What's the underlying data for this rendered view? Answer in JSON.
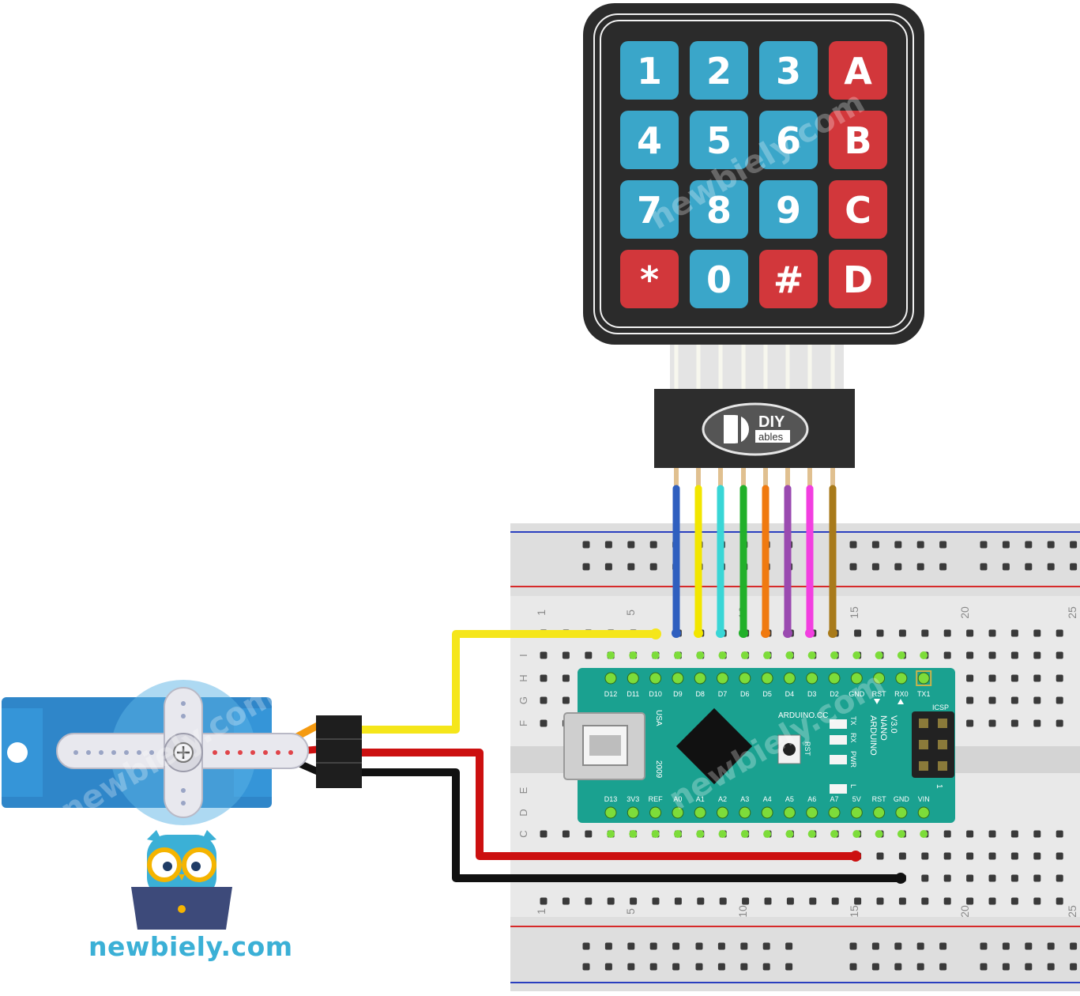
{
  "keypad": {
    "keys": [
      {
        "label": "1",
        "color": "#3aa6c9"
      },
      {
        "label": "2",
        "color": "#3aa6c9"
      },
      {
        "label": "3",
        "color": "#3aa6c9"
      },
      {
        "label": "A",
        "color": "#d2373b"
      },
      {
        "label": "4",
        "color": "#3aa6c9"
      },
      {
        "label": "5",
        "color": "#3aa6c9"
      },
      {
        "label": "6",
        "color": "#3aa6c9"
      },
      {
        "label": "B",
        "color": "#d2373b"
      },
      {
        "label": "7",
        "color": "#3aa6c9"
      },
      {
        "label": "8",
        "color": "#3aa6c9"
      },
      {
        "label": "9",
        "color": "#3aa6c9"
      },
      {
        "label": "C",
        "color": "#d2373b"
      },
      {
        "label": "*",
        "color": "#d2373b"
      },
      {
        "label": "0",
        "color": "#3aa6c9"
      },
      {
        "label": "#",
        "color": "#d2373b"
      },
      {
        "label": "D",
        "color": "#d2373b"
      }
    ],
    "connector_logo_top": "DIY",
    "connector_logo_bottom": "ables",
    "wire_colors": [
      "#2f5fbf",
      "#f2e600",
      "#39d6d6",
      "#22b02a",
      "#f07a10",
      "#9a4ab0",
      "#f23fe0",
      "#a87a1a"
    ]
  },
  "breadboard": {
    "column_numbers": [
      "1",
      "5",
      "10",
      "15",
      "20",
      "25"
    ],
    "row_letters": [
      "J",
      "I",
      "H",
      "G",
      "F",
      "E",
      "D",
      "C"
    ],
    "rail_top_color": "#2a3fbf",
    "rail_bottom_color": "#d62a2a"
  },
  "arduino": {
    "top_pins": [
      "D12",
      "D11",
      "D10",
      "D9",
      "D8",
      "D7",
      "D6",
      "D5",
      "D4",
      "D3",
      "D2",
      "GND",
      "RST",
      "RX0",
      "TX1"
    ],
    "bottom_pins": [
      "D13",
      "3V3",
      "REF",
      "A0",
      "A1",
      "A2",
      "A3",
      "A4",
      "A5",
      "A6",
      "A7",
      "5V",
      "RST",
      "GND",
      "VIN"
    ],
    "labels": {
      "usa": "USA",
      "year": "2009",
      "maker": "ARDUINO.CC",
      "model_1": "ARDUINO",
      "model_2": "NANO",
      "model_3": "V3.0",
      "rst": "RST",
      "tx": "TX",
      "rx": "RX",
      "pwr": "PWR",
      "l": "L",
      "icsp": "ICSP",
      "icsp_num": "1"
    },
    "color": "#1aa190"
  },
  "servo_wires": {
    "signal": "#f5e61a",
    "power": "#cc1010",
    "ground": "#111111"
  },
  "brand": "newbiely.com",
  "watermark": "newbiely.com"
}
